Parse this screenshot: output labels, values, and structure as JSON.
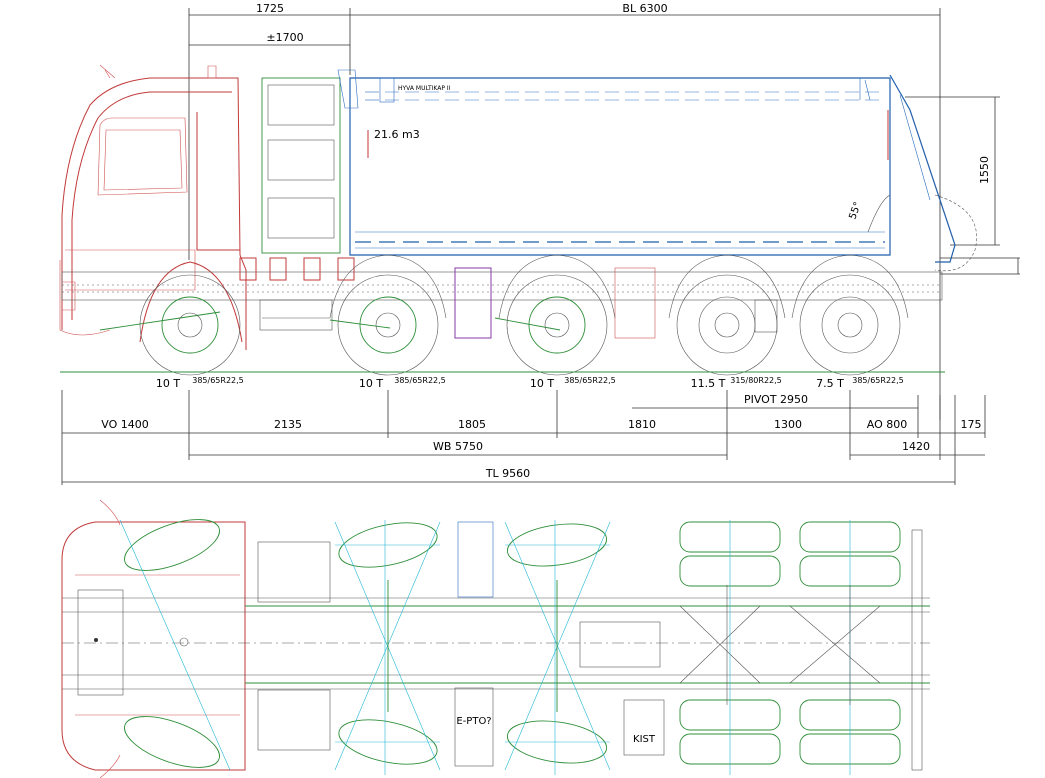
{
  "side_view": {
    "top_dims": {
      "cab_length": "1725",
      "cab_tolerance": "±1700",
      "body_length": "BL 6300"
    },
    "body": {
      "brand_label": "HYVA MULTIKAP II",
      "volume": "21.6  m3",
      "tip_angle": "55°",
      "height_dim": "1550"
    },
    "axles": [
      {
        "load": "10  T",
        "tire": "385/65R22,5"
      },
      {
        "load": "10  T",
        "tire": "385/65R22,5"
      },
      {
        "load": "10  T",
        "tire": "385/65R22,5"
      },
      {
        "load": "11.5  T",
        "tire": "315/80R22,5"
      },
      {
        "load": "7.5  T",
        "tire": "385/65R22,5"
      }
    ],
    "bottom_dims": {
      "pivot": "PIVOT 2950",
      "front_overhang": "VO 1400",
      "axle_spacing_1": "2135",
      "axle_spacing_2": "1805",
      "axle_spacing_3": "1810",
      "axle_spacing_4": "1300",
      "rear_overhang": "AO 800",
      "rear_extension": "175",
      "rear_offset": "1420",
      "wheelbase": "WB 5750",
      "total_length": "TL 9560"
    }
  },
  "top_view": {
    "tank_label": "E-PTO?",
    "box_label": "KIST"
  },
  "colors": {
    "cab": "#c23a3a",
    "body": "#1f5fae",
    "equipment": "#2f8f3a",
    "chassis": "#555555",
    "wheel_guides": "#22b8d6"
  }
}
